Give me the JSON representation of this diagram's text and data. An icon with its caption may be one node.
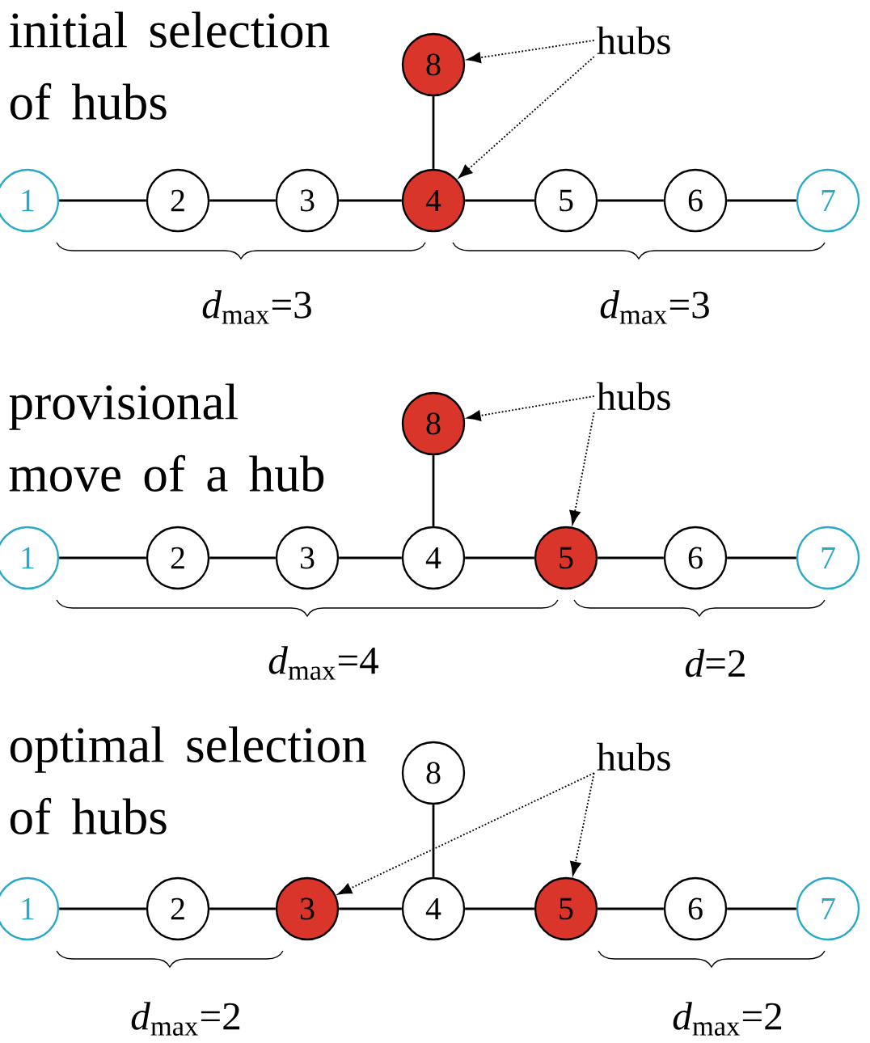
{
  "diagram": {
    "nodes": [
      {
        "text": [
          "1"
        ]
      },
      {
        "text": [
          "2"
        ]
      },
      {
        "text": [
          "3"
        ]
      },
      {
        "text": [
          "4"
        ]
      },
      {
        "text": [
          "5"
        ]
      },
      {
        "text": [
          "6"
        ]
      },
      {
        "text": [
          "7"
        ]
      },
      {
        "text": [
          "8"
        ]
      },
      {
        "text": [
          "hubs"
        ]
      },
      {
        "text": [
          "1"
        ]
      },
      {
        "text": [
          "2"
        ]
      },
      {
        "text": [
          "3"
        ]
      },
      {
        "text": [
          "4"
        ]
      },
      {
        "text": [
          "5"
        ]
      },
      {
        "text": [
          "6"
        ]
      },
      {
        "text": [
          "7"
        ]
      },
      {
        "text": [
          "8"
        ]
      },
      {
        "text": [
          "hubs"
        ]
      },
      {
        "text": [
          "1"
        ]
      },
      {
        "text": [
          "2"
        ]
      },
      {
        "text": [
          "3"
        ]
      },
      {
        "text": [
          "4"
        ]
      },
      {
        "text": [
          "5"
        ]
      },
      {
        "text": [
          "6"
        ]
      },
      {
        "text": [
          "7"
        ]
      },
      {
        "text": [
          "8"
        ]
      },
      {
        "text": [
          "hubs"
        ]
      }
    ],
    "edges": [
      {
        "from": 0,
        "to": 1,
        "arrow": "none"
      },
      {
        "from": 1,
        "to": 2,
        "arrow": "none"
      },
      {
        "from": 2,
        "to": 3,
        "arrow": "none"
      },
      {
        "from": 3,
        "to": 4,
        "arrow": "none"
      },
      {
        "from": 4,
        "to": 5,
        "arrow": "none"
      },
      {
        "from": 5,
        "to": 6,
        "arrow": "none"
      },
      {
        "from": 3,
        "to": 7,
        "arrow": "none"
      },
      {
        "from": 8,
        "to": 7,
        "arrow": "to",
        "style": "dashed"
      },
      {
        "from": 8,
        "to": 3,
        "arrow": "to",
        "style": "dashed"
      },
      {
        "from": 9,
        "to": 10,
        "arrow": "none"
      },
      {
        "from": 10,
        "to": 11,
        "arrow": "none"
      },
      {
        "from": 11,
        "to": 12,
        "arrow": "none"
      },
      {
        "from": 12,
        "to": 13,
        "arrow": "none"
      },
      {
        "from": 13,
        "to": 14,
        "arrow": "none"
      },
      {
        "from": 14,
        "to": 15,
        "arrow": "none"
      },
      {
        "from": 12,
        "to": 16,
        "arrow": "none"
      },
      {
        "from": 17,
        "to": 16,
        "arrow": "to",
        "style": "dashed"
      },
      {
        "from": 17,
        "to": 13,
        "arrow": "to",
        "style": "dashed"
      },
      {
        "from": 18,
        "to": 19,
        "arrow": "none"
      },
      {
        "from": 19,
        "to": 20,
        "arrow": "none"
      },
      {
        "from": 20,
        "to": 21,
        "arrow": "none"
      },
      {
        "from": 21,
        "to": 22,
        "arrow": "none"
      },
      {
        "from": 22,
        "to": 23,
        "arrow": "none"
      },
      {
        "from": 23,
        "to": 24,
        "arrow": "none"
      },
      {
        "from": 21,
        "to": 25,
        "arrow": "none"
      },
      {
        "from": 26,
        "to": 20,
        "arrow": "to",
        "style": "dashed"
      },
      {
        "from": 26,
        "to": 22,
        "arrow": "to",
        "style": "dashed"
      }
    ],
    "labels": [
      "initial selection of hubs",
      "*d*$_{max}$=3",
      "*d*$_{max}$=3",
      "provisional move of a hub",
      "*d*$_{max}$=4",
      "*d*=2",
      "optimal selection of hubs",
      "*d*$_{max}$=2",
      "*d*$_{max}$=2"
    ]
  }
}
